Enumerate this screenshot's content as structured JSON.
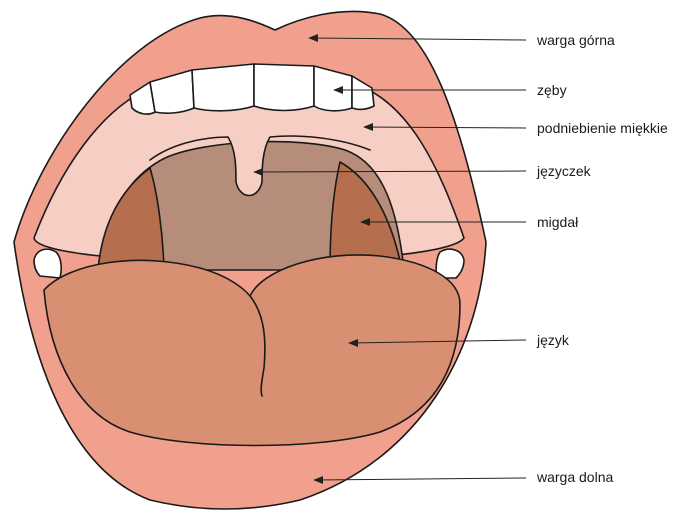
{
  "colors": {
    "lip": "#F2A08E",
    "lip_inner": "#F5B3A3",
    "palate": "#F7CEC4",
    "throat": "#B58D7A",
    "tonsil": "#B56E4E",
    "tongue": "#D98F71",
    "teeth": "#FFFFFF",
    "outline": "#1A1A1A"
  },
  "labels": {
    "upper_lip": "warga górna",
    "teeth": "zęby",
    "soft_palate": "podniebienie miękkie",
    "uvula": "języczek",
    "tonsil": "migdał",
    "tongue": "język",
    "lower_lip": "warga dolna"
  }
}
